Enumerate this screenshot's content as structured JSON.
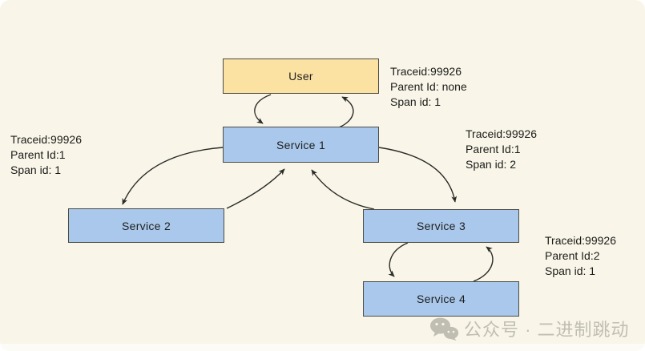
{
  "diagram": {
    "nodes": {
      "user": {
        "label": "User"
      },
      "service1": {
        "label": "Service 1"
      },
      "service2": {
        "label": "Service 2"
      },
      "service3": {
        "label": "Service 3"
      },
      "service4": {
        "label": "Service 4"
      }
    },
    "annotations": {
      "user": {
        "line1": "Traceid:99926",
        "line2": "Parent Id: none",
        "line3": "Span id: 1"
      },
      "service2": {
        "line1": "Traceid:99926",
        "line2": "Parent Id:1",
        "line3": "Span id: 1"
      },
      "service3": {
        "line1": "Traceid:99926",
        "line2": "Parent Id:1",
        "line3": "Span id: 2"
      },
      "service4": {
        "line1": "Traceid:99926",
        "line2": "Parent Id:2",
        "line3": "Span id: 1"
      }
    },
    "edges": [
      {
        "from": "User",
        "to": "Service 1"
      },
      {
        "from": "Service 1",
        "to": "User"
      },
      {
        "from": "Service 1",
        "to": "Service 2"
      },
      {
        "from": "Service 2",
        "to": "Service 1"
      },
      {
        "from": "Service 1",
        "to": "Service 3"
      },
      {
        "from": "Service 3",
        "to": "Service 1"
      },
      {
        "from": "Service 3",
        "to": "Service 4"
      },
      {
        "from": "Service 4",
        "to": "Service 3"
      }
    ]
  },
  "watermark": {
    "icon": "wechat-icon",
    "text": "公众号 · 二进制跳动"
  },
  "colors": {
    "background": "#f9f6e9",
    "user_node_fill": "#fce2a2",
    "service_node_fill": "#a9c8ec",
    "node_border": "#4c4c45",
    "arrow": "#2b2b28",
    "text": "#1b1b19",
    "watermark": "#b7b4a9"
  }
}
